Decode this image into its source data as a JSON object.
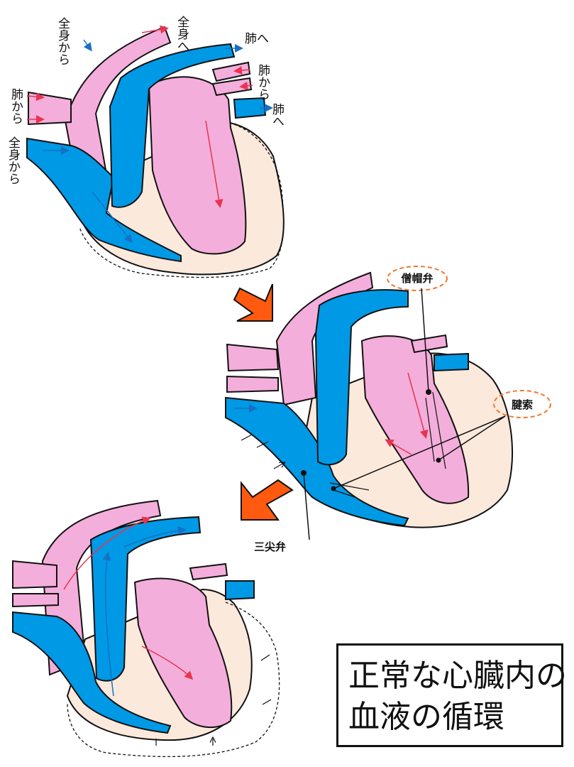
{
  "title": {
    "line1": "正常な心臓内の",
    "line2": "血液の循環"
  },
  "heart_top": {
    "label_whole_body_from_upper": "全身から",
    "label_to_whole_body": "全身へ",
    "label_to_lungs_upper": "肺へ",
    "label_from_lungs_right": "肺から",
    "label_from_lungs_left": "肺から",
    "label_to_lungs_lower": "肺へ",
    "label_whole_body_from_lower": "全身から"
  },
  "heart_middle": {
    "mitral_valve": "僧帽弁",
    "chordae_tendineae": "腱索",
    "tricuspid_valve": "三尖弁"
  },
  "colors": {
    "oxygenated": "#f4aedb",
    "deoxygenated": "#0099e6",
    "myocardium": "#fbe9dc",
    "arrow_orange": "#ff5a0f",
    "callout_orange": "#f07830",
    "red_arrow": "#e8344e",
    "blue_arrow": "#1670c4"
  }
}
